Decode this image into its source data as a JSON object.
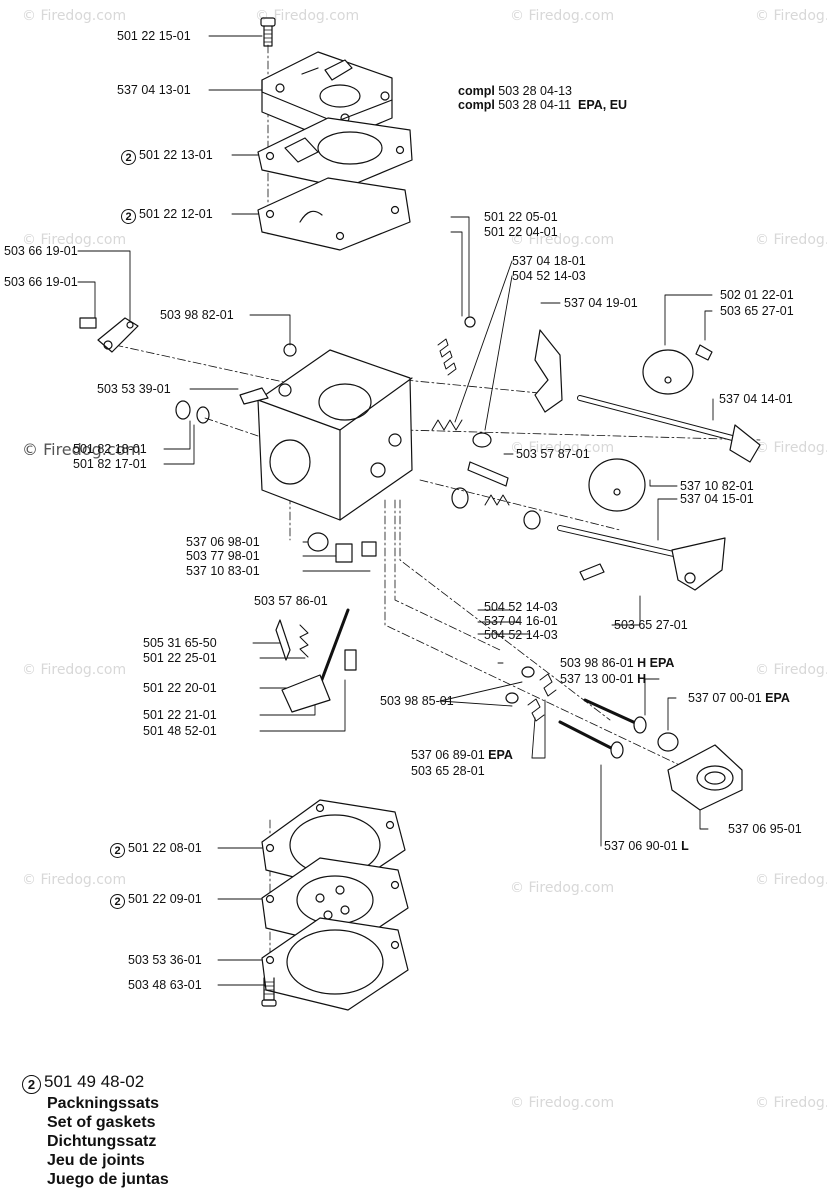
{
  "watermark_text": "© Firedog.com",
  "assembly_note": {
    "line1_prefix": "compl",
    "line1_number": "503 28 04-13",
    "line2_prefix": "compl",
    "line2_number": "503 28 04-11",
    "line2_suffix": "EPA, EU"
  },
  "kit_legend": {
    "marker": "2",
    "number": "501 49 48-02",
    "names": [
      "Packningssats",
      "Set of gaskets",
      "Dichtungssatz",
      "Jeu de joints",
      "Juego de juntas"
    ]
  },
  "gasket_marker": "2",
  "parts": [
    {
      "number": "501 22 15-01"
    },
    {
      "number": "537 04 13-01"
    },
    {
      "number": "501 22 13-01",
      "kit": true
    },
    {
      "number": "501 22 12-01",
      "kit": true
    },
    {
      "number": "503 66 19-01"
    },
    {
      "number": "503 66 19-01"
    },
    {
      "number": "503 98 82-01"
    },
    {
      "number": "503 53 39-01"
    },
    {
      "number": "501 82 18-01"
    },
    {
      "number": "501 82 17-01"
    },
    {
      "number": "501 22 05-01"
    },
    {
      "number": "501 22 04-01"
    },
    {
      "number": "537 04 18-01"
    },
    {
      "number": "504 52 14-03"
    },
    {
      "number": "537 04 19-01"
    },
    {
      "number": "502 01 22-01"
    },
    {
      "number": "503 65 27-01"
    },
    {
      "number": "537 04 14-01"
    },
    {
      "number": "503 57 87-01"
    },
    {
      "number": "537 10 82-01"
    },
    {
      "number": "537 04 15-01"
    },
    {
      "number": "537 06 98-01"
    },
    {
      "number": "503 77 98-01"
    },
    {
      "number": "537 10 83-01"
    },
    {
      "number": "503 57 86-01"
    },
    {
      "number": "505 31 65-50"
    },
    {
      "number": "501 22 25-01"
    },
    {
      "number": "501 22 20-01"
    },
    {
      "number": "501 22 21-01"
    },
    {
      "number": "501 48 52-01"
    },
    {
      "number": "504 52 14-03"
    },
    {
      "number": "537 04 16-01"
    },
    {
      "number": "504 52 14-03"
    },
    {
      "number": "503 65 27-01"
    },
    {
      "number": "503 98 86-01",
      "suffix": "H EPA"
    },
    {
      "number": "537 13 00-01",
      "suffix": "H"
    },
    {
      "number": "537 07 00-01",
      "suffix": "EPA"
    },
    {
      "number": "503 98 85-01"
    },
    {
      "number": "537 06 89-01",
      "suffix": "EPA"
    },
    {
      "number": "503 65 28-01"
    },
    {
      "number": "537 06 95-01"
    },
    {
      "number": "537 06 90-01",
      "suffix": "L"
    },
    {
      "number": "501 22 08-01",
      "kit": true
    },
    {
      "number": "501 22 09-01",
      "kit": true
    },
    {
      "number": "503 53 36-01"
    },
    {
      "number": "503 48 63-01"
    }
  ]
}
